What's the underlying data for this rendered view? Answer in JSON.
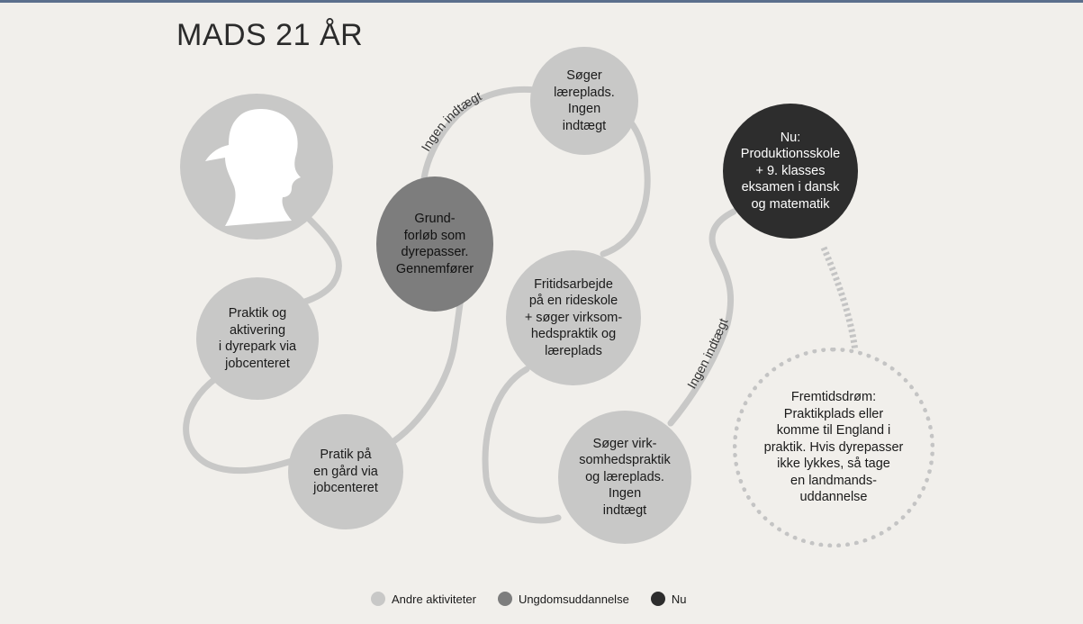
{
  "title": "MADS 21 ÅR",
  "path_labels": {
    "label_top": "Ingen indtægt",
    "label_right": "Ingen indtægt"
  },
  "nodes": {
    "praktik_aktivering": "Praktik og\naktivering\ni dyrepark via\njobcenteret",
    "pratik_gaard": "Pratik på\nen gård via\njobcenteret",
    "grundforloeb": "Grund-\nforløb som\ndyrepasser.\nGennemfører",
    "soeger_laereplads": "Søger\nlæreplads.\nIngen\nindtægt",
    "fritidsarbejde": "Fritidsarbejde\npå en rideskole\n+ søger virksom-\nhedspraktik og\nlæreplads",
    "soeger_virksomhed": "Søger virk-\nsomhedspraktik\nog læreplads.\nIngen\nindtægt",
    "nu": "Nu:\nProduktionsskole\n+ 9. klasses\neksamen i dansk\nog matematik",
    "fremtidsdroem": "Fremtidsdrøm:\nPraktikplads eller\nkomme til England i\npraktik. Hvis dyrepasser\nikke lykkes, så tage\nen landmands-\nuddannelse"
  },
  "legend": [
    {
      "label": "Andre aktiviteter",
      "color": "#c8c8c7"
    },
    {
      "label": "Ungdomsuddannelse",
      "color": "#7d7d7d"
    },
    {
      "label": "Nu",
      "color": "#2d2d2d"
    }
  ],
  "icons": {
    "portrait": "person-with-cap-icon"
  }
}
